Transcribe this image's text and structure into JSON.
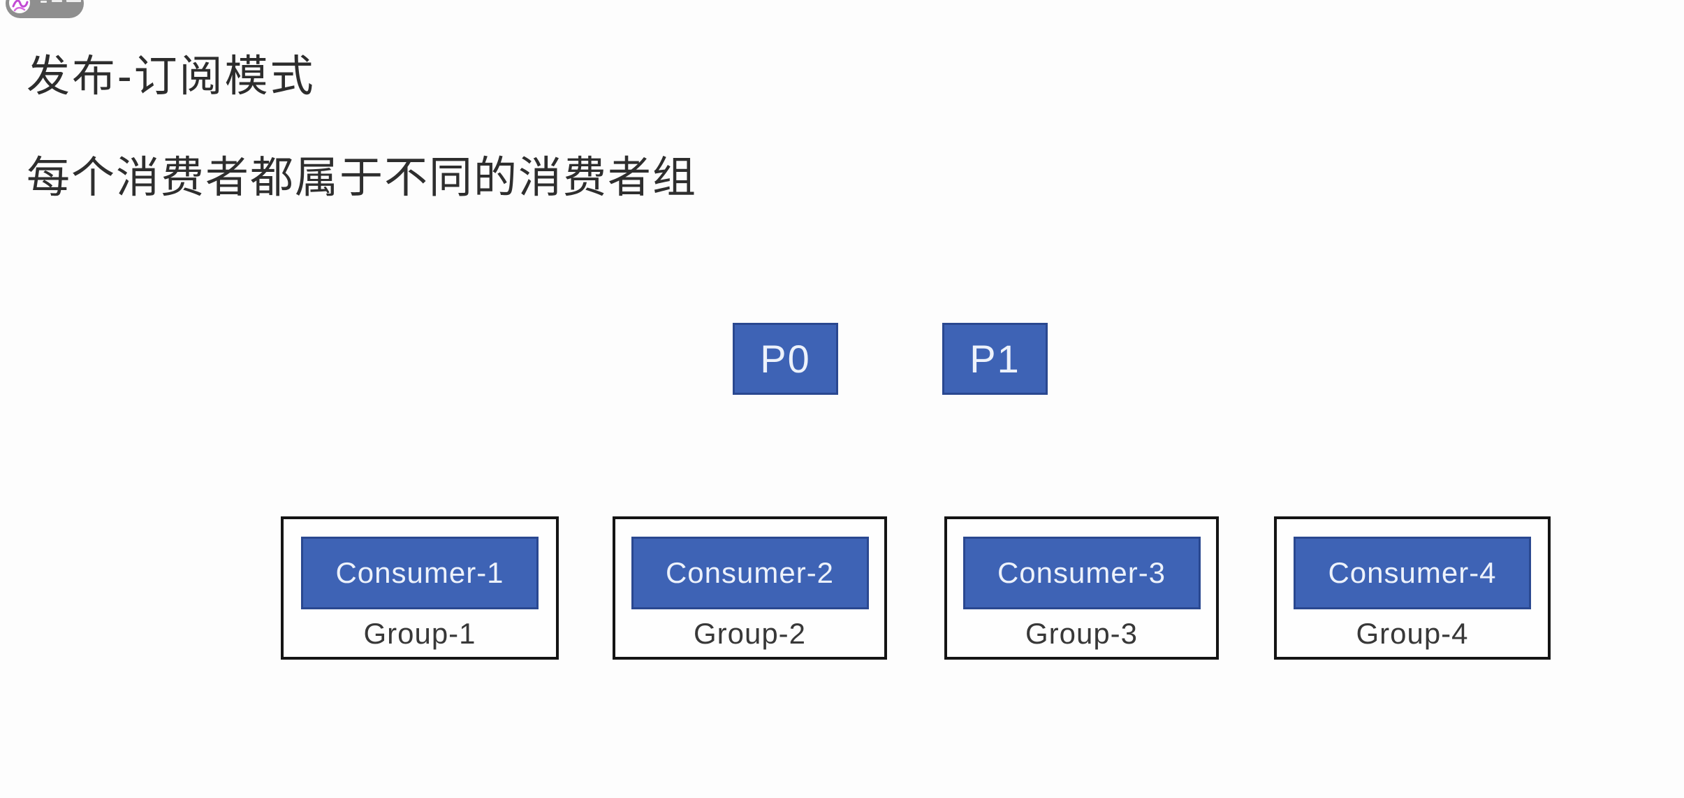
{
  "watermark": {
    "shape": "rounded-pill-cut-off-at-top",
    "bg_color": "#8f8f8f",
    "logo": "swirl-logo-icon",
    "logo_accent_color": "#c24ad4"
  },
  "heading": {
    "title": "发布-订阅模式",
    "subtitle": "每个消费者都属于不同的消费者组",
    "text_color": "#2d2d2d"
  },
  "diagram": {
    "partitions": [
      {
        "label": "P0"
      },
      {
        "label": "P1"
      }
    ],
    "groups": [
      {
        "consumer": "Consumer-1",
        "group": "Group-1"
      },
      {
        "consumer": "Consumer-2",
        "group": "Group-2"
      },
      {
        "consumer": "Consumer-3",
        "group": "Group-3"
      },
      {
        "consumer": "Consumer-4",
        "group": "Group-4"
      }
    ],
    "colors": {
      "partition_fill": "#3e63b5",
      "partition_border": "#2a4890",
      "group_outline": "#141414",
      "consumer_text": "#edf2fb",
      "group_text": "#383838"
    }
  }
}
